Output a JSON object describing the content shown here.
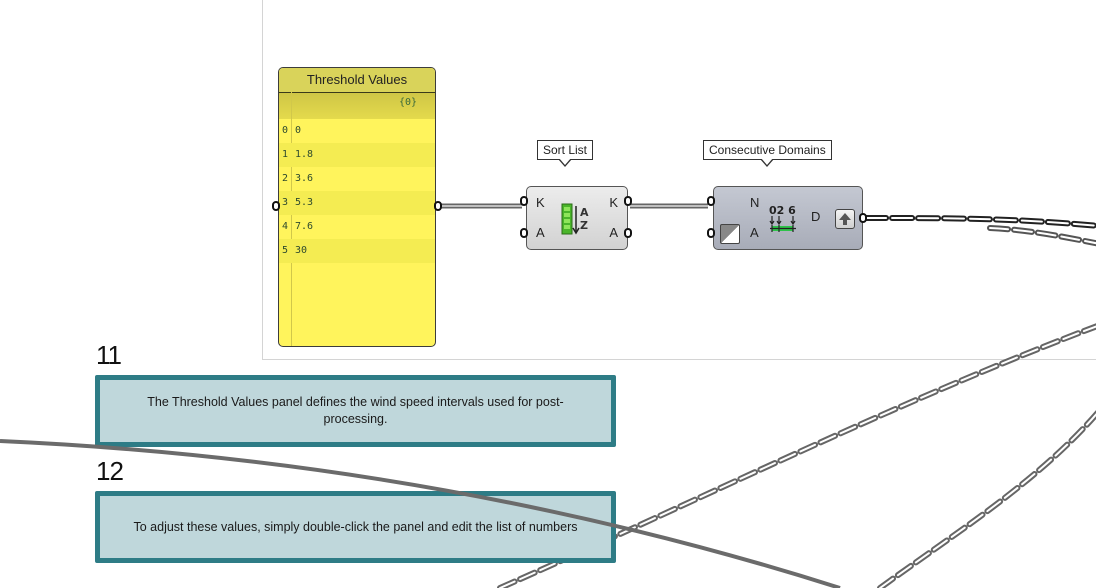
{
  "canvas": {
    "group_background": "#ffffff",
    "wire_color": "#666666",
    "callout_fill": "#bfd7db",
    "callout_border": "#2e7c86",
    "panel_fill": "#fff45c"
  },
  "panel": {
    "title": "Threshold Values",
    "path": "{0}",
    "rows": [
      {
        "index": "0",
        "value": "0"
      },
      {
        "index": "1",
        "value": "1.8"
      },
      {
        "index": "2",
        "value": "3.6"
      },
      {
        "index": "3",
        "value": "5.3"
      },
      {
        "index": "4",
        "value": "7.6"
      },
      {
        "index": "5",
        "value": "30"
      }
    ]
  },
  "sort_list": {
    "tooltip": "Sort List",
    "inputs": [
      "K",
      "A"
    ],
    "outputs": [
      "K",
      "A"
    ],
    "icon": "sort-list-icon",
    "icon_text": [
      "A",
      "Z"
    ]
  },
  "consecutive_domains": {
    "tooltip": "Consecutive Domains",
    "inputs": [
      "N",
      "A"
    ],
    "outputs": [
      "D"
    ],
    "icon": "consecutive-domains-icon",
    "icon_text": "02 6",
    "toggle_icon": "boolean-toggle-icon",
    "graft_icon": "graft-arrow-icon"
  },
  "callouts": [
    {
      "number": "11",
      "text": "The Threshold Values panel defines the wind speed intervals used for post-processing."
    },
    {
      "number": "12",
      "text": "To adjust these values, simply double-click the panel and edit the list of numbers"
    }
  ]
}
